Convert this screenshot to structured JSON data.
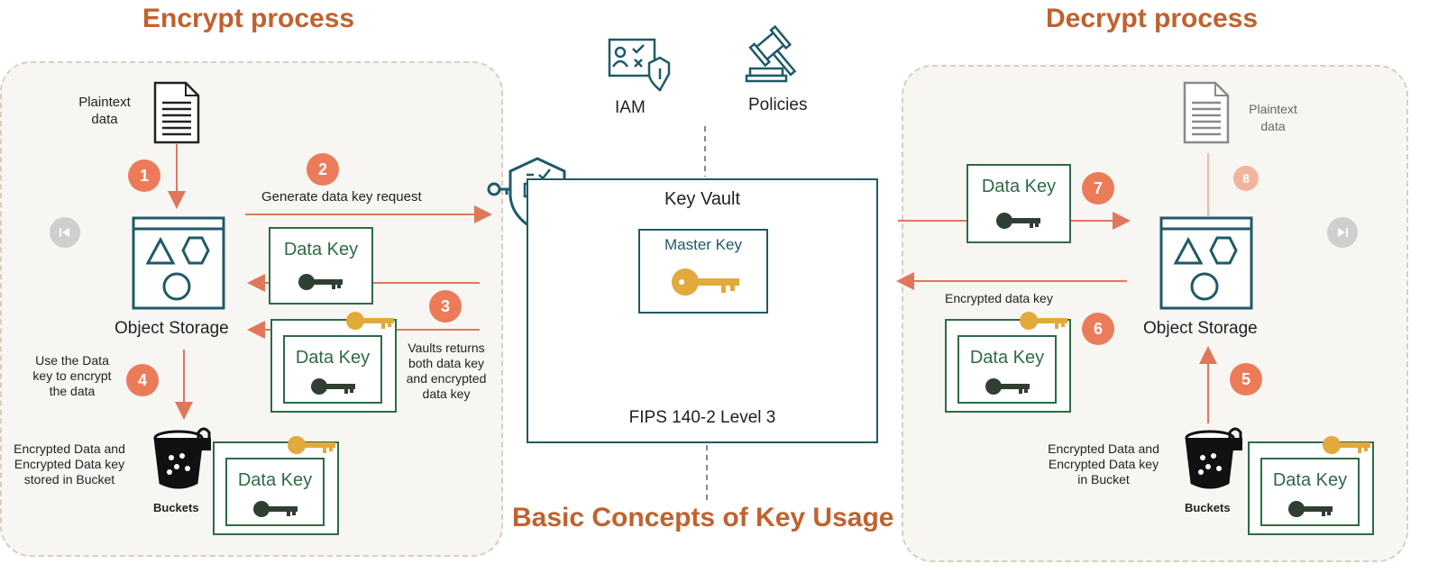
{
  "title": "Basic Concepts of Key Usage",
  "encrypt": {
    "heading": "Encrypt process",
    "plaintext": [
      "Plaintext",
      "data"
    ],
    "object_storage": "Object Storage",
    "step2_text": "Generate data key request",
    "step3_text": [
      "Vaults returns",
      "both data key",
      "and encrypted",
      "data key"
    ],
    "step4_text": [
      "Use the Data",
      "key to encrypt",
      "the data"
    ],
    "bucket_text": [
      "Encrypted Data and",
      "Encrypted Data key",
      "stored in Bucket"
    ],
    "buckets_label": "Buckets",
    "data_key": "Data Key"
  },
  "decrypt": {
    "heading": "Decrypt process",
    "plaintext": [
      "Plaintext",
      "data"
    ],
    "object_storage": "Object Storage",
    "encrypted_data_key": "Encrypted data key",
    "bucket_text": [
      "Encrypted Data and",
      "Encrypted Data key",
      "in Bucket"
    ],
    "buckets_label": "Buckets",
    "data_key": "Data Key"
  },
  "center": {
    "iam": "IAM",
    "policies": "Policies",
    "key_vault": "Key Vault",
    "master_key": "Master Key",
    "fips": "FIPS 140-2 Level 3"
  },
  "steps": [
    "1",
    "2",
    "3",
    "4",
    "5",
    "6",
    "7",
    "8"
  ],
  "colors": {
    "accent": "#c0622e",
    "arrow": "#e0775a",
    "teal": "#1f5a68",
    "green": "#2d6b45",
    "gold": "#e2a93b"
  },
  "icons": [
    "document-icon",
    "object-storage-icon",
    "bucket-icon",
    "key-icon",
    "shield-key-icon",
    "iam-icon",
    "gavel-icon",
    "prev-icon",
    "next-icon"
  ]
}
